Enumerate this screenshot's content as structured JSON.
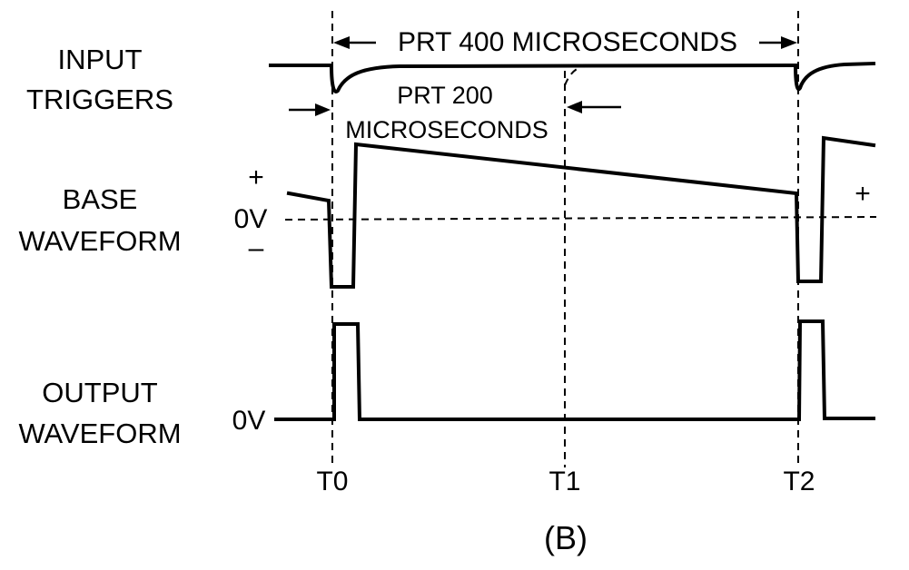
{
  "labels": {
    "input_triggers_line1": "INPUT",
    "input_triggers_line2": "TRIGGERS",
    "base_waveform_line1": "BASE",
    "base_waveform_line2": "WAVEFORM",
    "output_waveform_line1": "OUTPUT",
    "output_waveform_line2": "WAVEFORM",
    "plus_left": "+",
    "minus_left": "–",
    "plus_right": "+",
    "zero_volt_base": "0V",
    "zero_volt_output": "0V"
  },
  "annotations": {
    "prt_400": "PRT  400  MICROSECONDS",
    "prt_200_line1": "PRT  200",
    "prt_200_line2": "MICROSECONDS"
  },
  "time_markers": [
    "T0",
    "T1",
    "T2"
  ],
  "caption": "(B)"
}
